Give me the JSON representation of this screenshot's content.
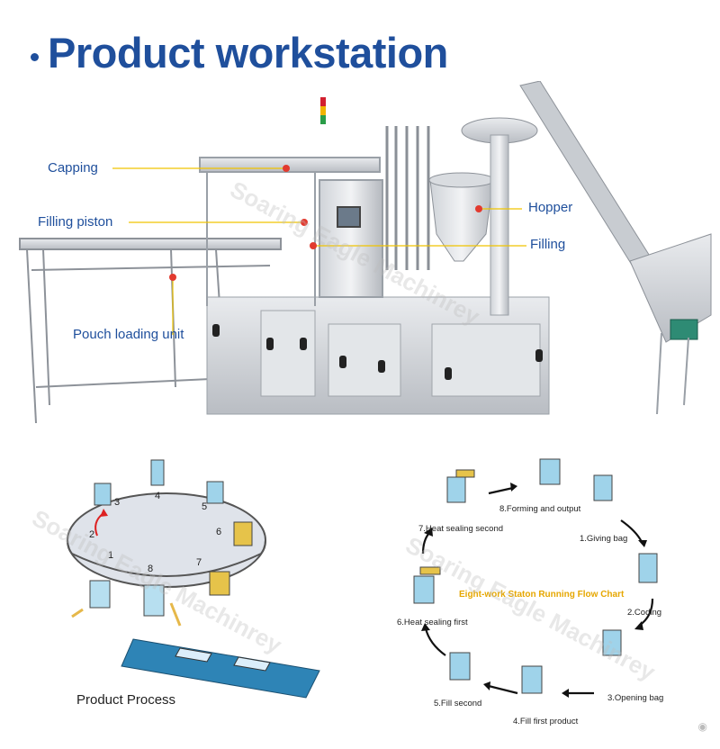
{
  "title": {
    "text": "Product workstation"
  },
  "machine_callouts": {
    "capping": "Capping",
    "filling_piston": "Filling piston",
    "pouch_loading_unit": "Pouch loading unit",
    "hopper": "Hopper",
    "filling": "Filling"
  },
  "process_diagram": {
    "label": "Product Process",
    "station_numbers": [
      "1",
      "2",
      "3",
      "4",
      "5",
      "6",
      "7",
      "8"
    ]
  },
  "flow_chart": {
    "title": "Eight-work Staton Running Flow Chart",
    "steps": [
      "1.Giving bag",
      "2.Coding",
      "3.Opening bag",
      "4.Fill first product",
      "5.Fill second",
      "6.Heat sealing first",
      "7.Heat sealing second",
      "8.Forming and output"
    ]
  },
  "watermark": "Soaring Eagle Machinrey",
  "colors": {
    "title": "#1f4f9c",
    "callout_line": "#f0c400",
    "callout_dot": "#e23a2f",
    "flow_title": "#e6a700"
  }
}
